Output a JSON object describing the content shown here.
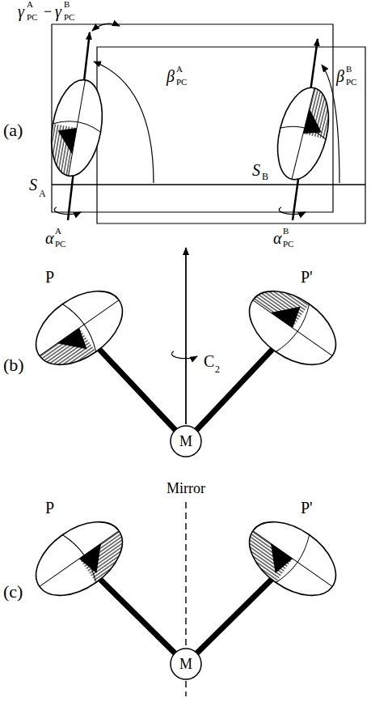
{
  "diagram": {
    "nodes": [
      {
        "text": [
          "S",
          "A"
        ]
      },
      {
        "text": [
          "S",
          "B"
        ]
      },
      {
        "text": [
          "P"
        ]
      },
      {
        "text": [
          "P'"
        ]
      },
      {
        "text": [
          "M"
        ]
      },
      {
        "text": [
          "P"
        ]
      },
      {
        "text": [
          "P'"
        ]
      },
      {
        "text": [
          "M"
        ]
      }
    ],
    "edges": [
      {
        "from": 4,
        "to": 2,
        "arrow": "none"
      },
      {
        "from": 4,
        "to": 3,
        "arrow": "none"
      },
      {
        "from": 7,
        "to": 5,
        "arrow": "none"
      },
      {
        "from": 7,
        "to": 6,
        "arrow": "none"
      }
    ],
    "labels": [
      "(a)",
      "γ",
      "A",
      "PC",
      "−",
      "γ",
      "B",
      "PC",
      "β",
      "A",
      "PC",
      "β",
      "B",
      "PC",
      "α",
      "A",
      "PC",
      "α",
      "B",
      "PC",
      "(b)",
      "C",
      "2",
      "(c)",
      "Mirror"
    ]
  }
}
